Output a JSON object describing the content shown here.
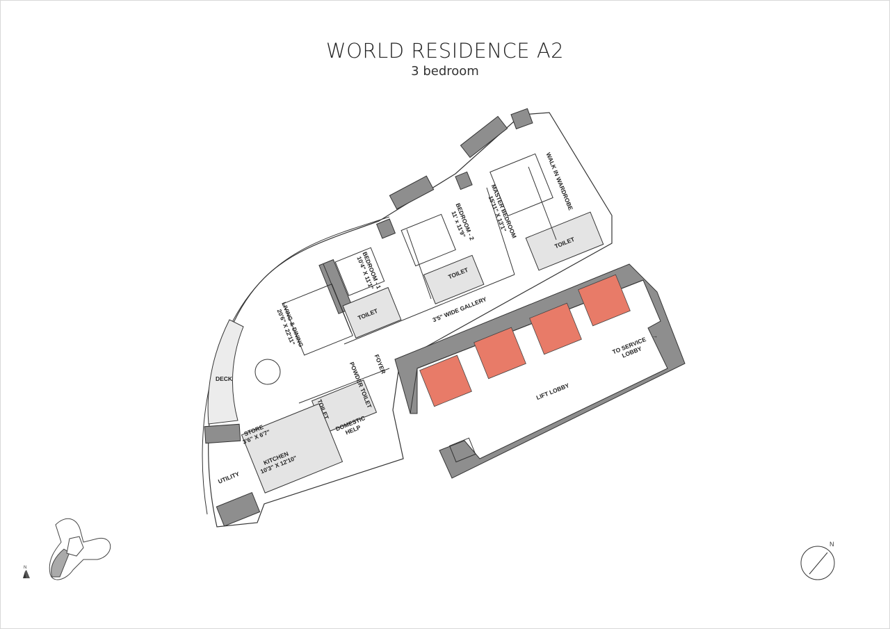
{
  "header": {
    "title": "WORLD RESIDENCE A2",
    "subtitle": "3 bedroom"
  },
  "rooms": {
    "living": {
      "name": "LIVING & DINING",
      "size": "20'6\" X 22'11\""
    },
    "bedroom1": {
      "name": "BEDROOM - 1",
      "size": "10'4\" X 11'1\""
    },
    "bedroom2": {
      "name": "BEDROOM - 2",
      "size": "11' x 11'9\""
    },
    "master": {
      "name": "MASTER BEDROOM",
      "size": "15'11\" X 13'1\""
    },
    "wardrobe": "WALK IN WARDROBE",
    "toilet_b1": "TOILET",
    "toilet_b2": "TOILET",
    "toilet_master": "TOILET",
    "gallery": "3'5\" WIDE GALLERY",
    "foyer": "FOYER",
    "powder_toilet": "POWDER TOILET",
    "toilet_help": "TOILET",
    "domestic_help": "DOMESTIC HELP",
    "store": {
      "name": "STORE",
      "size": "3'6\" X 6'7\""
    },
    "kitchen": {
      "name": "KITCHEN",
      "size": "10'3\" X 12'10\""
    },
    "utility": "UTILITY",
    "deck": "DECK",
    "lift_lobby": "LIFT LOBBY",
    "service_lobby": {
      "line1": "TO SERVICE",
      "line2": "LOBBY",
      "arrow": "→"
    }
  },
  "compass": {
    "label": "N"
  },
  "key_plan": {
    "north_label": "N"
  },
  "colors": {
    "lift": "#e87b68",
    "wall": "#8e8e8e",
    "wet_area": "#e4e4e4"
  }
}
